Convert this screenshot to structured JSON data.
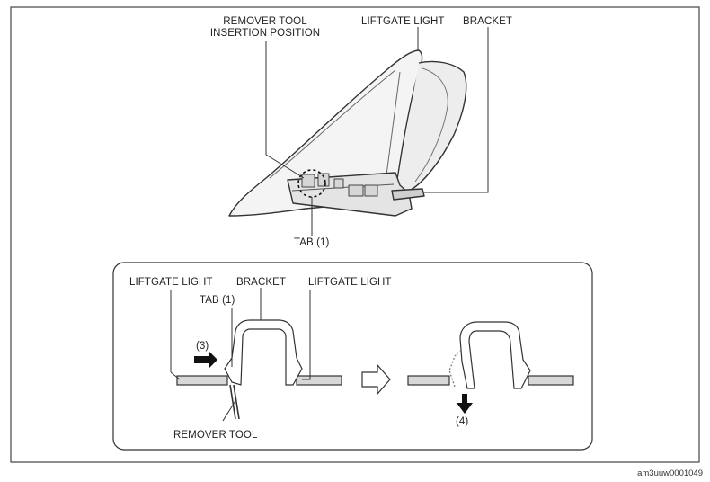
{
  "top_view": {
    "remover_tool_insertion_position": "REMOVER TOOL\nINSERTION POSITION",
    "liftgate_light": "LIFTGATE LIGHT",
    "bracket": "BRACKET",
    "tab": "TAB (1)"
  },
  "detail_view": {
    "liftgate_light_left": "LIFTGATE LIGHT",
    "bracket": "BRACKET",
    "liftgate_light_right": "LIFTGATE LIGHT",
    "tab": "TAB (1)",
    "step_push": "(3)",
    "step_pull": "(4)",
    "remover_tool": "REMOVER TOOL"
  },
  "figure_code": "am3uuw0001049"
}
